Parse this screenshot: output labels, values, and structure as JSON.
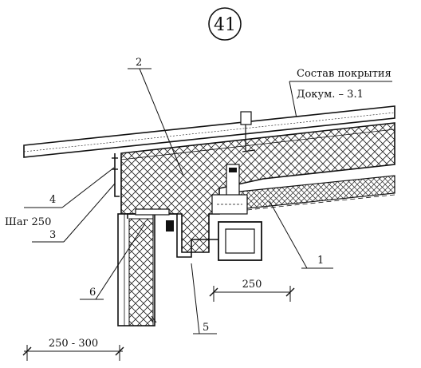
{
  "detail_number": "41",
  "roof_composition": {
    "title": "Состав покрытия",
    "reference": "Докум. – 3.1"
  },
  "pitch_note": "Шаг 250",
  "callouts": [
    "1",
    "2",
    "3",
    "4",
    "5",
    "6"
  ],
  "dimensions": {
    "purlin_offset": "250",
    "overhang": "250 - 300"
  }
}
